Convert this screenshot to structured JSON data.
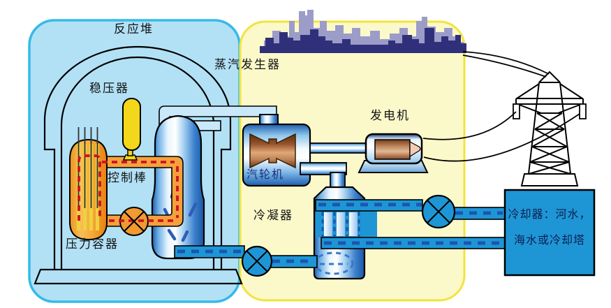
{
  "labels": {
    "reactor": "反应堆",
    "steam_generator": "蒸汽发生器",
    "pressurizer": "稳压器",
    "control_rods": "控制棒",
    "pressure_vessel": "压力容器",
    "turbine": "汽轮机",
    "generator": "发电机",
    "condenser": "冷凝器",
    "cooler_line1": "冷却器：河水，",
    "cooler_line2": "海水或冷却塔"
  },
  "colors": {
    "reactor_box_fill": "#b2e1f6",
    "reactor_box_border": "#35bae7",
    "plant_box_fill": "#fbf9ca",
    "plant_box_border": "#f2e43f",
    "water_pipe_blue": "#1e96d5",
    "water_dash_blue": "#1d55b0",
    "primary_pipe_orange": "#f5a13b",
    "primary_dash_red": "#ce1126",
    "pressurizer_yellow": "#f3d71a",
    "vessel_orange": "#f0951f",
    "copper_brown": "#a9643a",
    "cooler_box_blue": "#1e96d5",
    "skyline_front": "#30307a",
    "skyline_back": "#9c9cc9",
    "outline_black": "#000000"
  }
}
